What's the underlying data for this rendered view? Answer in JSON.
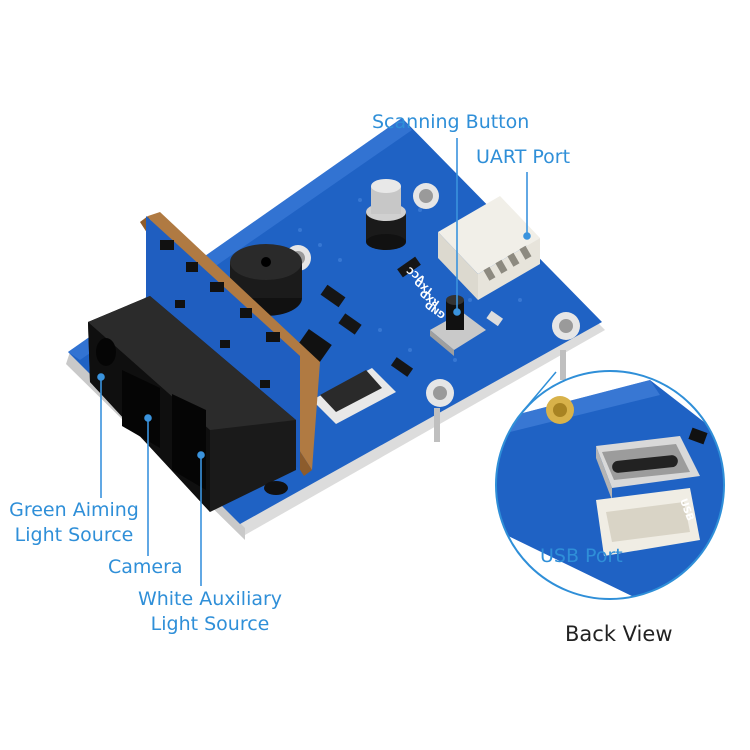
{
  "callouts": {
    "scanning_button": "Scanning Button",
    "uart_port": "UART Port",
    "green_aiming_line1": "Green Aiming",
    "green_aiming_line2": "Light Source",
    "camera": "Camera",
    "white_aux_line1": "White Auxiliary",
    "white_aux_line2": "Light Source",
    "usb_port": "USB Port"
  },
  "inset_title": "Back View",
  "silkscreen": {
    "vcc": "VCC",
    "txd": "TXD",
    "rxd": "RXD",
    "gnd": "GND",
    "usb": "USB"
  },
  "colors": {
    "label_blue": "#2f8fd8",
    "pcb_blue": "#1e5fbf",
    "title_dark": "#222222"
  }
}
